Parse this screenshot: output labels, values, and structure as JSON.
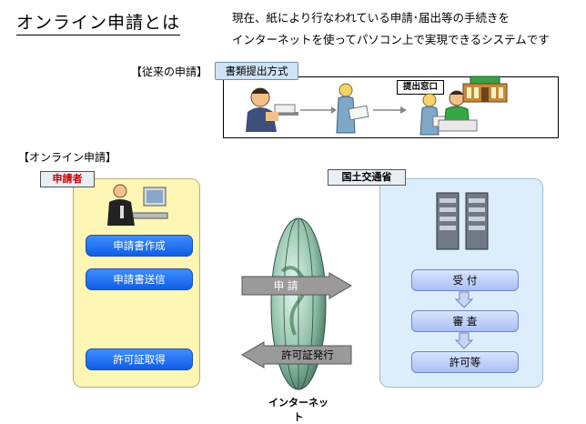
{
  "title": "オンライン申請とは",
  "description": [
    "現在、紙により行なわれている申請･届出等の手続きを",
    "インターネットを使ってパソコン上で実現できるシステムです"
  ],
  "traditional": {
    "label": "【従来の申請】",
    "method_tag": "書類提出方式",
    "window_sign": "提出窓口"
  },
  "online": {
    "label": "【オンライン申請】",
    "applicant_tag": "申請者",
    "ministry_tag": "国土交通省",
    "applicant_steps": [
      "申請書作成",
      "申請書送信",
      "許可証取得"
    ],
    "ministry_steps": [
      "受 付",
      "審 査",
      "許可等"
    ],
    "arrow_apply": "申 請",
    "arrow_issue": "許可証発行",
    "internet_label": "インターネット"
  },
  "colors": {
    "applicant_tag_text": "#cc0000",
    "button_blue": "#1f6fff",
    "panel_yellow": "#fdf6b5",
    "panel_blue": "#dceefb"
  },
  "icons": [
    "office-worker-icon",
    "person-with-documents-icon",
    "government-building-icon",
    "computer-user-icon",
    "server-rack-icon",
    "globe-icon"
  ]
}
